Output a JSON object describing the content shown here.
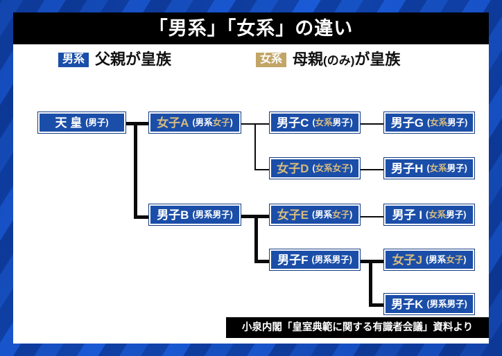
{
  "title": "「男系」「女系」の違い",
  "legend": {
    "male_line": {
      "chip": "男系",
      "text": "父親が皇族"
    },
    "female_line": {
      "chip": "女系",
      "text_pre": "母親",
      "text_paren": "(のみ)",
      "text_post": "が皇族"
    }
  },
  "tree": {
    "nodes": [
      {
        "id": "emperor",
        "main": "天 皇",
        "main_gold": "",
        "paren_pre": "(男子)",
        "paren_gold": "",
        "paren_post": ""
      },
      {
        "id": "joshi_a",
        "main": "女子A",
        "main_gold": "女子A",
        "paren_pre": "(男系",
        "paren_gold": "女子",
        "paren_post": ")"
      },
      {
        "id": "danshi_c",
        "main": "男子C",
        "main_gold": "",
        "paren_pre": "(",
        "paren_gold": "女系",
        "paren_post": "男子)"
      },
      {
        "id": "danshi_g",
        "main": "男子G",
        "main_gold": "",
        "paren_pre": "(",
        "paren_gold": "女系",
        "paren_post": "男子)"
      },
      {
        "id": "joshi_d",
        "main": "女子D",
        "main_gold": "女子D",
        "paren_pre": "(",
        "paren_gold": "女系女子",
        "paren_post": ")"
      },
      {
        "id": "danshi_h",
        "main": "男子H",
        "main_gold": "",
        "paren_pre": "(",
        "paren_gold": "女系",
        "paren_post": "男子)"
      },
      {
        "id": "danshi_b",
        "main": "男子B",
        "main_gold": "",
        "paren_pre": "(男系男子)",
        "paren_gold": "",
        "paren_post": ""
      },
      {
        "id": "joshi_e",
        "main": "女子E",
        "main_gold": "女子E",
        "paren_pre": "(男系",
        "paren_gold": "女子",
        "paren_post": ")"
      },
      {
        "id": "danshi_i",
        "main": "男子 I",
        "main_gold": "",
        "paren_pre": "(",
        "paren_gold": "女系",
        "paren_post": "男子)"
      },
      {
        "id": "danshi_f",
        "main": "男子F",
        "main_gold": "",
        "paren_pre": "(男系男子)",
        "paren_gold": "",
        "paren_post": ""
      },
      {
        "id": "joshi_j",
        "main": "女子J",
        "main_gold": "女子J",
        "paren_pre": "(男系",
        "paren_gold": "女子",
        "paren_post": ")"
      },
      {
        "id": "danshi_k",
        "main": "男子K",
        "main_gold": "",
        "paren_pre": "(男系男子)",
        "paren_gold": "",
        "paren_post": ""
      }
    ]
  },
  "caption": "小泉内閣「皇室典範に関する有識者会議」資料より",
  "colors": {
    "male_blue": "#1b4ea8",
    "female_gold": "#c2a567",
    "gold_text": "#d7bb7e",
    "bar_black": "#000000",
    "card_white": "#ffffff"
  }
}
